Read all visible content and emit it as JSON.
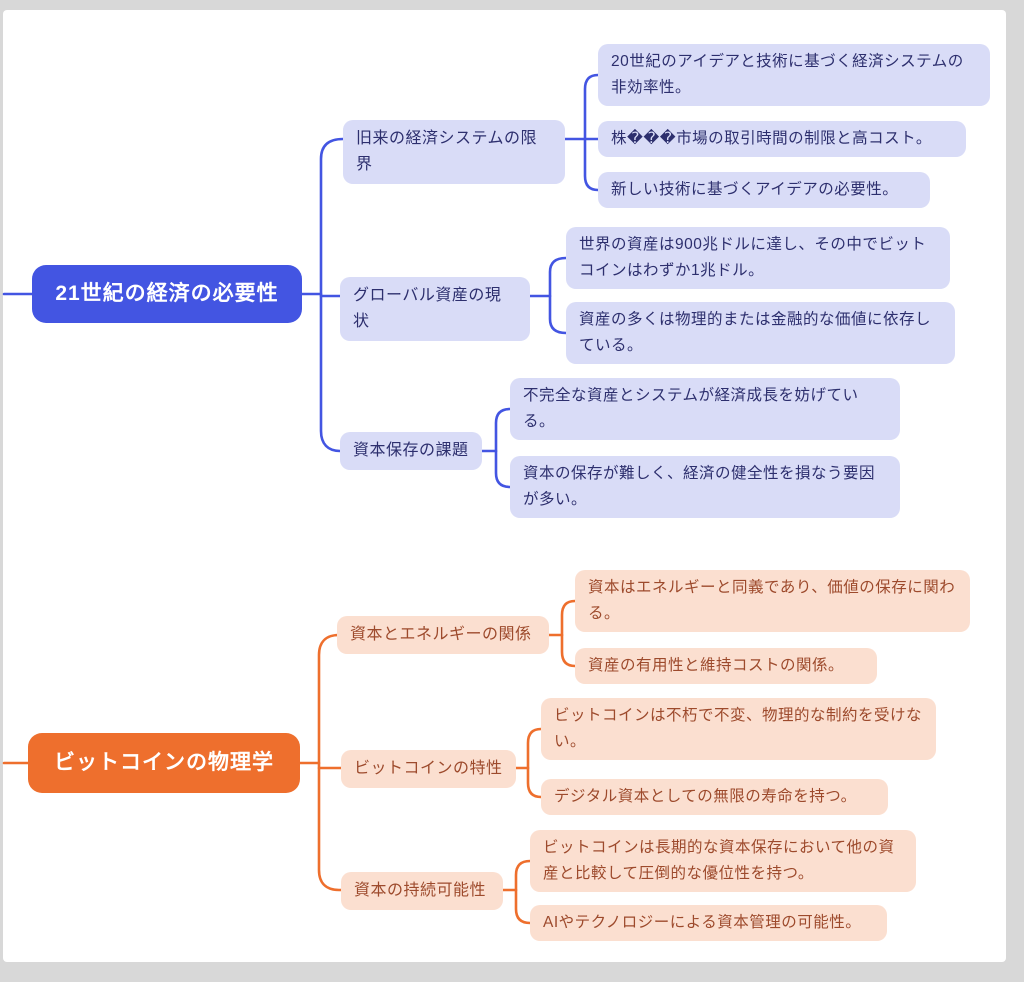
{
  "colors": {
    "page_bg": "#d8d8d8",
    "canvas_bg": "#ffffff",
    "tree1_accent": "#4355e2",
    "tree1_node_bg": "#d9dcf7",
    "tree1_text": "#2d2f6e",
    "tree2_accent": "#ee6f2d",
    "tree2_node_bg": "#fbdfd0",
    "tree2_text": "#9d4a2c"
  },
  "trees": [
    {
      "root": "21世紀の経済の必要性",
      "branches": [
        {
          "label": "旧来の経済システムの限界",
          "leaves": [
            "20世紀のアイデアと技術に基づく経済システムの非効率性。",
            "株���市場の取引時間の制限と高コスト。",
            "新しい技術に基づくアイデアの必要性。"
          ]
        },
        {
          "label": "グローバル資産の現状",
          "leaves": [
            "世界の資産は900兆ドルに達し、その中でビットコインはわずか1兆ドル。",
            "資産の多くは物理的または金融的な価値に依存している。"
          ]
        },
        {
          "label": "資本保存の課題",
          "leaves": [
            "不完全な資産とシステムが経済成長を妨げている。",
            "資本の保存が難しく、経済の健全性を損なう要因が多い。"
          ]
        }
      ]
    },
    {
      "root": "ビットコインの物理学",
      "branches": [
        {
          "label": "資本とエネルギーの関係",
          "leaves": [
            "資本はエネルギーと同義であり、価値の保存に関わる。",
            "資産の有用性と維持コストの関係。"
          ]
        },
        {
          "label": "ビットコインの特性",
          "leaves": [
            "ビットコインは不朽で不変、物理的な制約を受けない。",
            "デジタル資本としての無限の寿命を持つ。"
          ]
        },
        {
          "label": "資本の持続可能性",
          "leaves": [
            "ビットコインは長期的な資本保存において他の資産と比較して圧倒的な優位性を持つ。",
            "AIやテクノロジーによる資本管理の可能性。"
          ]
        }
      ]
    }
  ]
}
